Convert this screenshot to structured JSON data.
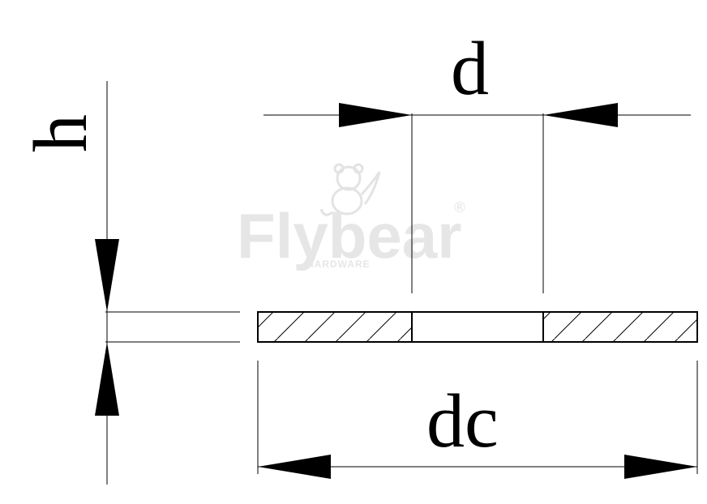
{
  "labels": {
    "d": "d",
    "dc": "dc",
    "h": "h"
  },
  "watermark": {
    "brand": "Flybear",
    "sub": "HARDWARE",
    "registered": "®"
  }
}
